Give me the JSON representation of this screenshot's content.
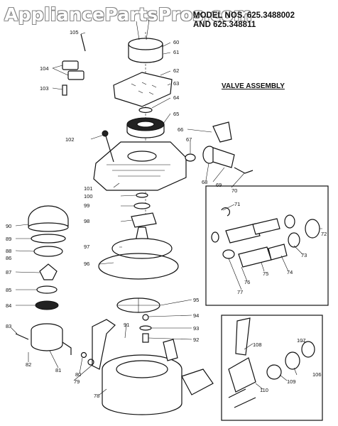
{
  "watermark": "AppliancePartsPros.com",
  "title": {
    "line1": "MODEL NOS. 625.3488002",
    "line2": "AND 625.348811"
  },
  "section_title": "VALVE ASSEMBLY",
  "callouts": [
    "60",
    "61",
    "62",
    "63",
    "64",
    "65",
    "66",
    "67",
    "68",
    "69",
    "70",
    "71",
    "72",
    "73",
    "74",
    "75",
    "76",
    "77",
    "78",
    "79",
    "80",
    "81",
    "82",
    "83",
    "84",
    "85",
    "86",
    "87",
    "88",
    "89",
    "90",
    "91",
    "92",
    "93",
    "94",
    "95",
    "96",
    "97",
    "98",
    "99",
    "100",
    "101",
    "102",
    "103",
    "104",
    "105",
    "106",
    "107",
    "108",
    "109",
    "110"
  ]
}
